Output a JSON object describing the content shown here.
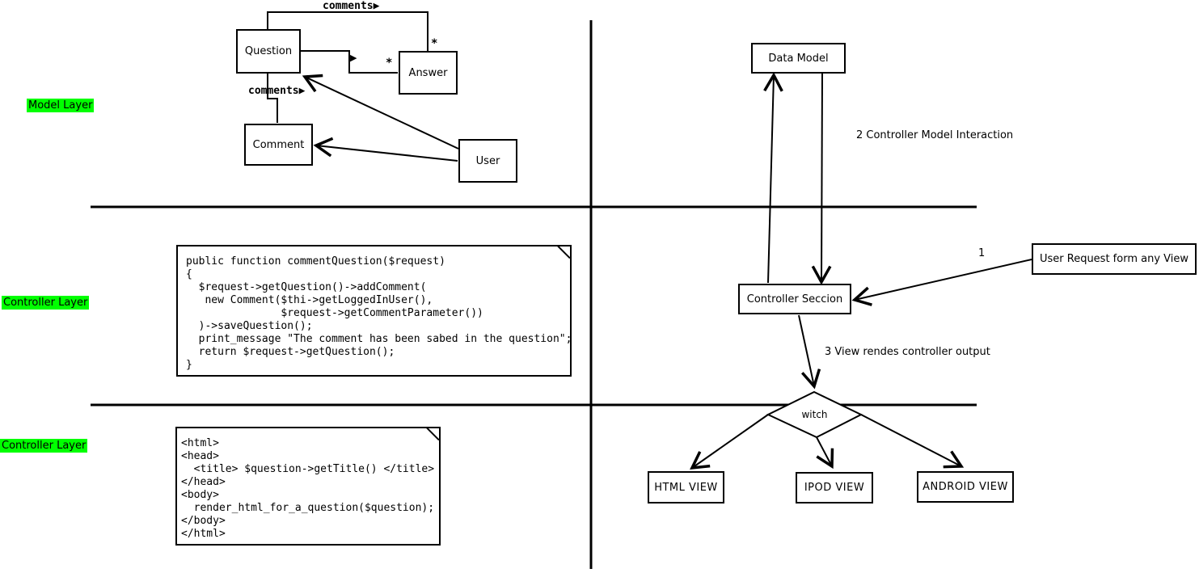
{
  "labels": {
    "model_layer": "Model Layer",
    "controller_layer": "Controller Layer",
    "view_layer": "Controller Layer"
  },
  "model": {
    "question": "Question",
    "answer": "Answer",
    "comment": "Comment",
    "user": "User",
    "comments_top": "comments▶",
    "comments_bottom": "comments▶",
    "link_arrow": "▶",
    "multiplicity_top": "*",
    "multiplicity_left": "*"
  },
  "controller": {
    "data_model": "Data Model",
    "controller_seccion": "Controller Seccion",
    "user_request": "User Request form any View",
    "step_1": "1",
    "step_2": "2 Controller Model Interaction",
    "step_3": "3 View rendes controller output",
    "code": "public function commentQuestion($request)\n{\n  $request->getQuestion()->addComment(\n   new Comment($thi->getLoggedInUser(),\n               $request->getCommentParameter())\n  )->saveQuestion();\n  print_message \"The comment has been sabed in the question\";\n  return $request->getQuestion();\n}"
  },
  "view": {
    "witch": "witch",
    "html_view": "HTML VIEW",
    "ipod_view": "IPOD VIEW",
    "android_view": "ANDROID VIEW",
    "code": "<html>\n<head>\n  <title> $question->getTitle() </title>\n</head>\n<body>\n  render_html_for_a_question($question);\n</body>\n</html>"
  },
  "colors": {
    "highlight_green": "#00ff00",
    "line_black": "#000000",
    "background": "#ffffff"
  }
}
